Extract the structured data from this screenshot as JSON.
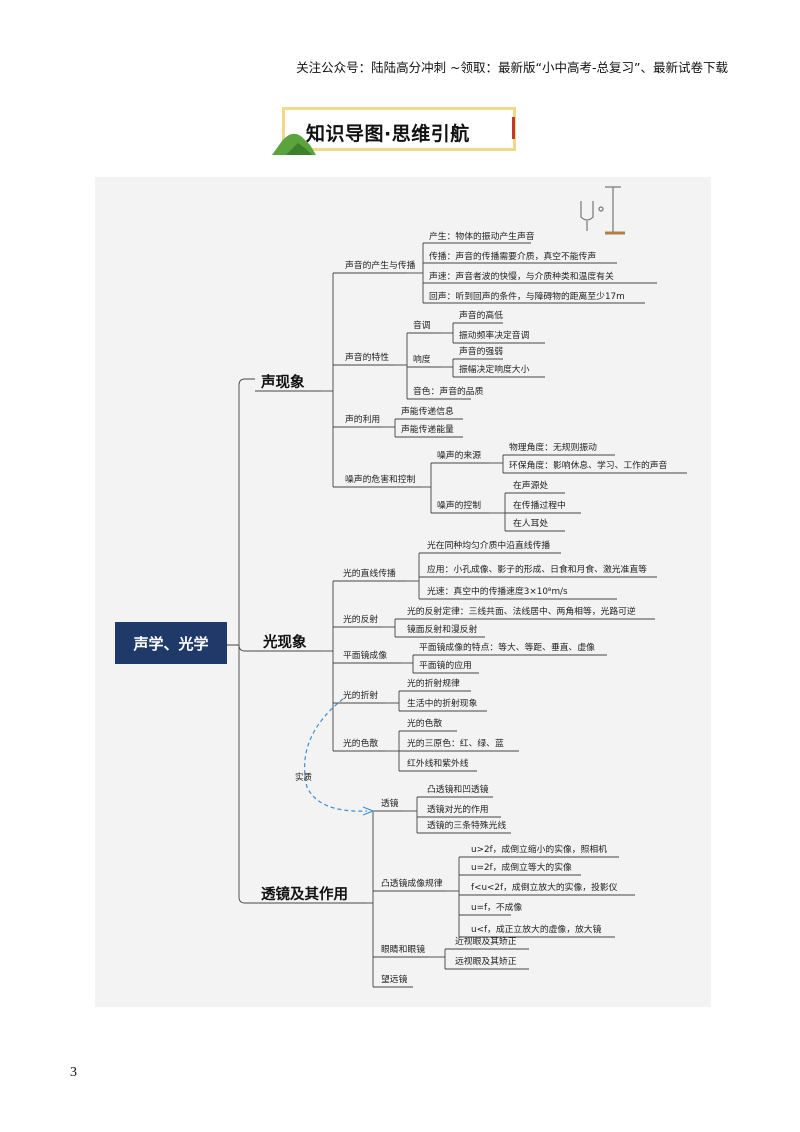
{
  "header_text": "关注公众号：陆陆高分冲刺  ~领取：最新版“小中高考-总复习”、最新试卷下载",
  "banner_title": "知识导图·思维引航",
  "root": "声学、光学",
  "branches": {
    "sound": "声现象",
    "light": "光现象",
    "lens": "透镜及其作用"
  },
  "labels": {
    "s1": "声音的产生与传播",
    "s1a": "产生：物体的振动产生声音",
    "s1b": "传播：声音的传播需要介质，真空不能传声",
    "s1c": "声速：声音者波的快慢，与介质种类和温度有关",
    "s1d": "回声：听到回声的条件，与障碍物的距离至少17m",
    "s2": "声音的特性",
    "s2a": "音调",
    "s2a1": "声音的高低",
    "s2a2": "振动频率决定音调",
    "s2b": "响度",
    "s2b1": "声音的强弱",
    "s2b2": "振幅决定响度大小",
    "s2c": "音色：声音的品质",
    "s3": "声的利用",
    "s3a": "声能传递信息",
    "s3b": "声能传递能量",
    "s4": "噪声的危害和控制",
    "s4a": "噪声的来源",
    "s4a1": "物理角度：无规则振动",
    "s4a2": "环保角度：影响休息、学习、工作的声音",
    "s4b": "噪声的控制",
    "s4b1": "在声源处",
    "s4b2": "在传播过程中",
    "s4b3": "在人耳处",
    "l1": "光的直线传播",
    "l1a": "光在同种均匀介质中沿直线传播",
    "l1b": "应用：小孔成像、影子的形成、日食和月食、激光准直等",
    "l1c": "光速：真空中的传播速度3×10⁸m/s",
    "l2": "光的反射",
    "l2a": "光的反射定律：三线共面、法线居中、两角相等，光路可逆",
    "l2b": "镜面反射和漫反射",
    "l3": "平面镜成像",
    "l3a": "平面镜成像的特点：等大、等距、垂直、虚像",
    "l3b": "平面镜的应用",
    "l4": "光的折射",
    "l4a": "光的折射规律",
    "l4b": "生活中的折射现象",
    "l5": "光的色散",
    "l5a": "光的色散",
    "l5b": "光的三原色：红、绿、蓝",
    "l5c": "红外线和紫外线",
    "shizhi": "实质",
    "t1": "透镜",
    "t1a": "凸透镜和凹透镜",
    "t1b": "透镜对光的作用",
    "t1c": "透镜的三条特殊光线",
    "t2": "凸透镜成像规律",
    "t2a": "u>2f，成倒立缩小的实像，照相机",
    "t2b": "u=2f，成倒立等大的实像",
    "t2c": "f<u<2f，成倒立放大的实像，投影仪",
    "t2d": "u=f，不成像",
    "t2e": "u<f，成正立放大的虚像，放大镜",
    "t3": "眼睛和眼镜",
    "t3a": "近视眼及其矫正",
    "t3b": "远视眼及其矫正",
    "t4": "望远镜"
  },
  "page_number": "3"
}
